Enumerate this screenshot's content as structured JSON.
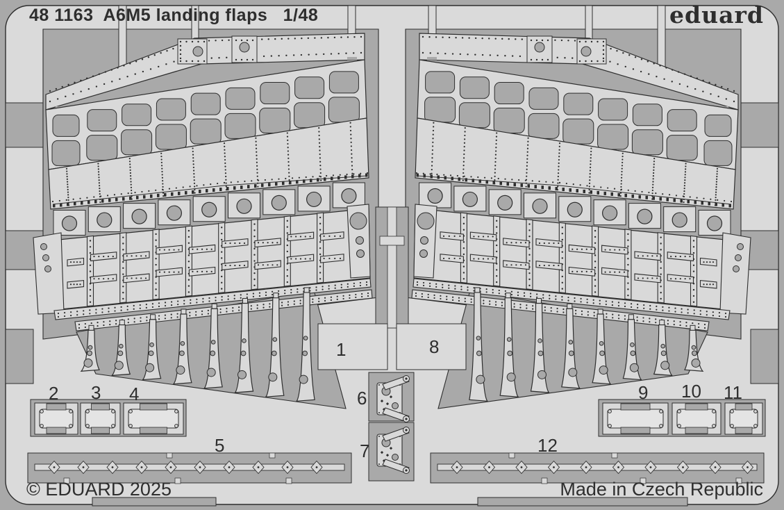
{
  "sheet": {
    "catalog_number": "48 1163",
    "product_name": "A6M5 landing flaps",
    "scale": "1/48",
    "title": "48 1163  A6M5 landing flaps   1/48",
    "brand_logo": "eduard",
    "copyright": "© EDUARD 2025",
    "made_in": "Made in Czech Republic"
  },
  "colors": {
    "sheet_light": "#dadada",
    "part_light": "#d9d9d9",
    "part_center_light": "#e4e4e4",
    "waste_gray": "#a9a9a9",
    "outline": "#2e2e2e"
  },
  "parts": [
    {
      "label": "1"
    },
    {
      "label": "2"
    },
    {
      "label": "3"
    },
    {
      "label": "4"
    },
    {
      "label": "5"
    },
    {
      "label": "6"
    },
    {
      "label": "7"
    },
    {
      "label": "8"
    },
    {
      "label": "9"
    },
    {
      "label": "10"
    },
    {
      "label": "11"
    },
    {
      "label": "12"
    }
  ]
}
